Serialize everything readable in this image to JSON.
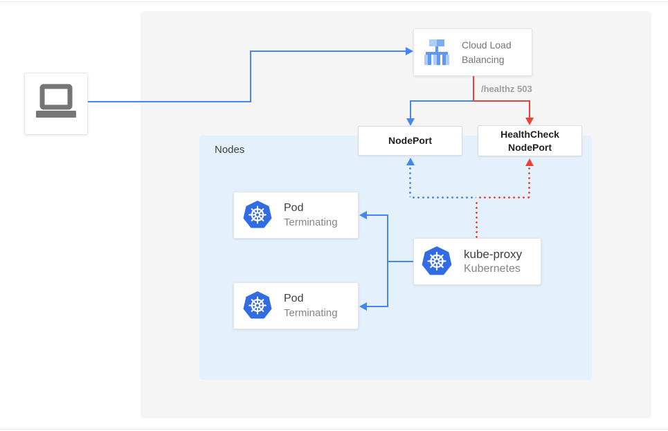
{
  "diagram": {
    "title_hint": "Kubernetes external traffic with terminating pods",
    "client": {
      "icon": "laptop-icon"
    },
    "cloud_load_balancing": {
      "icon": "load-balancer-icon",
      "label_line1": "Cloud Load",
      "label_line2": "Balancing"
    },
    "healthz_badge": "/healthz 503",
    "nodes_group": {
      "label": "Nodes"
    },
    "nodeport": {
      "label": "NodePort"
    },
    "healthcheck_nodeport": {
      "label_line1": "HealthCheck",
      "label_line2": "NodePort"
    },
    "pods": [
      {
        "icon": "kubernetes-icon",
        "title": "Pod",
        "subtitle": "Terminating"
      },
      {
        "icon": "kubernetes-icon",
        "title": "Pod",
        "subtitle": "Terminating"
      }
    ],
    "kube_proxy": {
      "icon": "kubernetes-icon",
      "title": "kube-proxy",
      "subtitle": "Kubernetes"
    },
    "colors": {
      "flow_blue": "#4285F4",
      "flow_red": "#EA4335",
      "panel_bg": "#F5F5F5",
      "nodes_bg": "#E4F0FC",
      "kubernetes_blue": "#326CE5",
      "box_border": "#DADCE0",
      "text_dark": "#3C4043",
      "text_gray": "#80868B",
      "healthz_gray": "#9AA0A6",
      "laptop_gray": "#757575"
    }
  }
}
